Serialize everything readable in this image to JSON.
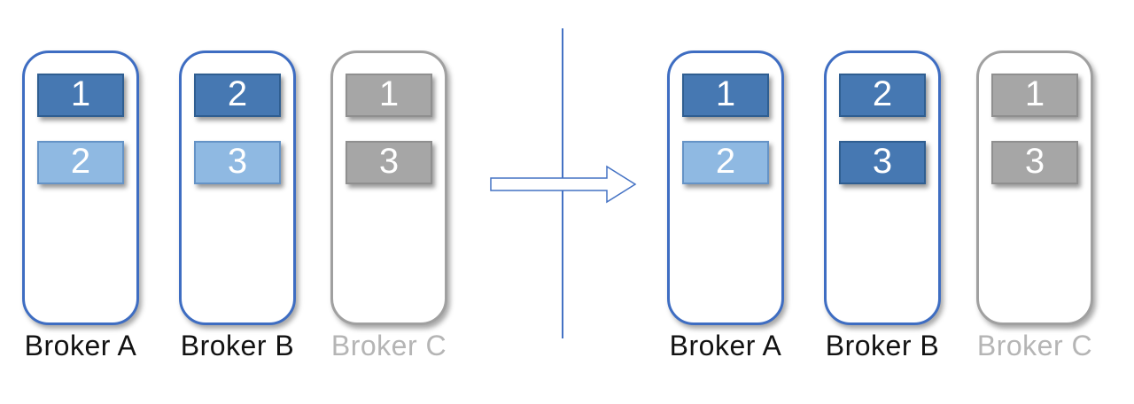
{
  "colors": {
    "leader_fill": "#4678B2",
    "leader_border": "#2F5E91",
    "follower_fill": "#8FB9E2",
    "follower_border": "#6593C6",
    "offline_fill": "#A6A6A6",
    "offline_border": "#8F8F8F",
    "broker_online_border": "#3E6DC2",
    "broker_offline_border": "#A0A0A0",
    "label_online": "#121212",
    "label_offline": "#B5B5B5",
    "arrow_stroke": "#4472C4",
    "divider_stroke": "#4472C4",
    "partition_text": "#FFFFFF"
  },
  "before": {
    "brokers": [
      {
        "label": "Broker A",
        "state": "online",
        "partitions": [
          {
            "id": "1",
            "role": "leader"
          },
          {
            "id": "2",
            "role": "follower"
          }
        ]
      },
      {
        "label": "Broker B",
        "state": "online",
        "partitions": [
          {
            "id": "2",
            "role": "leader"
          },
          {
            "id": "3",
            "role": "follower"
          }
        ]
      },
      {
        "label": "Broker C",
        "state": "offline",
        "partitions": [
          {
            "id": "1",
            "role": "offline"
          },
          {
            "id": "3",
            "role": "offline"
          }
        ]
      }
    ]
  },
  "after": {
    "brokers": [
      {
        "label": "Broker A",
        "state": "online",
        "partitions": [
          {
            "id": "1",
            "role": "leader"
          },
          {
            "id": "2",
            "role": "follower"
          }
        ]
      },
      {
        "label": "Broker B",
        "state": "online",
        "partitions": [
          {
            "id": "2",
            "role": "leader"
          },
          {
            "id": "3",
            "role": "leader"
          }
        ]
      },
      {
        "label": "Broker C",
        "state": "offline",
        "partitions": [
          {
            "id": "1",
            "role": "offline"
          },
          {
            "id": "3",
            "role": "offline"
          }
        ]
      }
    ]
  }
}
